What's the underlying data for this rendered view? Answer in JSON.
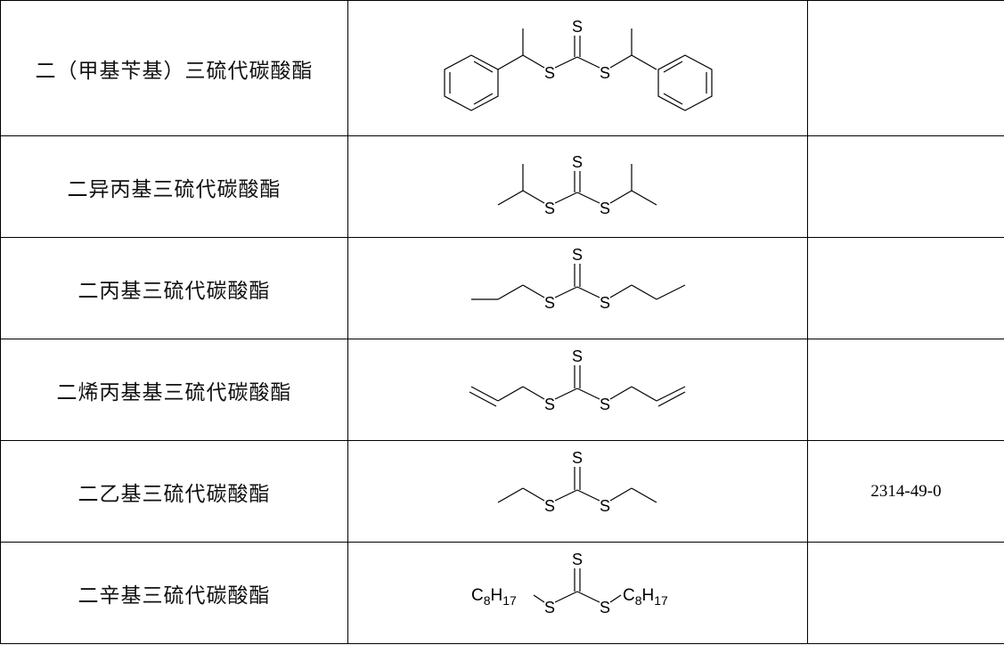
{
  "table": {
    "rows": [
      {
        "name": "二（甲基苄基）三硫代碳酸酯",
        "cas": "",
        "structure": {
          "atoms": [
            "S",
            "S",
            "S"
          ]
        }
      },
      {
        "name": "二异丙基三硫代碳酸酯",
        "cas": "",
        "structure": {
          "atoms": [
            "S",
            "S",
            "S"
          ]
        }
      },
      {
        "name": "二丙基三硫代碳酸酯",
        "cas": "",
        "structure": {
          "atoms": [
            "S",
            "S",
            "S"
          ]
        }
      },
      {
        "name": "二烯丙基基三硫代碳酸酯",
        "cas": "",
        "structure": {
          "atoms": [
            "S",
            "S",
            "S"
          ]
        }
      },
      {
        "name": "二乙基三硫代碳酸酯",
        "cas": "2314-49-0",
        "structure": {
          "atoms": [
            "S",
            "S",
            "S"
          ]
        }
      },
      {
        "name": "二辛基三硫代碳酸酯",
        "cas": "",
        "structure": {
          "atoms": [
            "S",
            "S",
            "S"
          ],
          "substituent": {
            "symbol": "C",
            "sub1": "8",
            "symbol2": "H",
            "sub2": "17"
          }
        }
      }
    ]
  }
}
